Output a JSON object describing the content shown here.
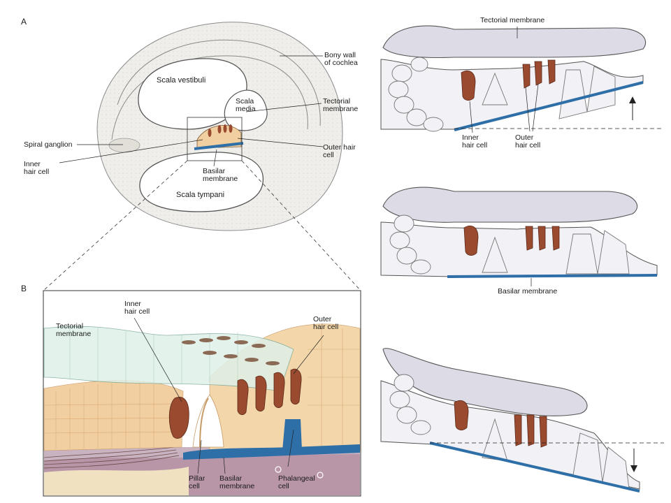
{
  "panels": {
    "a_letter": "A",
    "b_letter": "B"
  },
  "panel_a": {
    "bony_wall": "Bony wall\nof cochlea",
    "scala_vestibuli": "Scala vestibuli",
    "scala_media": "Scala\nmedia",
    "tectorial_membrane": "Tectorial\nmembrane",
    "spiral_ganglion": "Spiral ganglion",
    "outer_hair_cell": "Outer hair\ncell",
    "inner_hair_cell": "Inner\nhair cell",
    "basilar_membrane": "Basilar\nmembrane",
    "scala_tympani": "Scala tympani"
  },
  "panel_b": {
    "tectorial_membrane": "Tectorial\nmembrane",
    "inner_hair_cell": "Inner\nhair cell",
    "outer_hair_cell": "Outer\nhair cell",
    "pillar_cell": "Pillar\ncell",
    "basilar_membrane": "Basilar\nmembrane",
    "phalangeal_cell": "Phalangeal\ncell"
  },
  "right_panels": {
    "tectorial_membrane": "Tectorial membrane",
    "inner_hair_cell": "Inner\nhair cell",
    "outer_hair_cell": "Outer\nhair cell",
    "basilar_membrane": "Basilar membrane"
  },
  "colors": {
    "bone": "#efeeea",
    "membrane": "#dcdbe6",
    "basilar": "#2f6fa8",
    "hair_cell": "#9a4a2e",
    "tissue": "#f2cfa0",
    "purple": "#b896a8"
  }
}
